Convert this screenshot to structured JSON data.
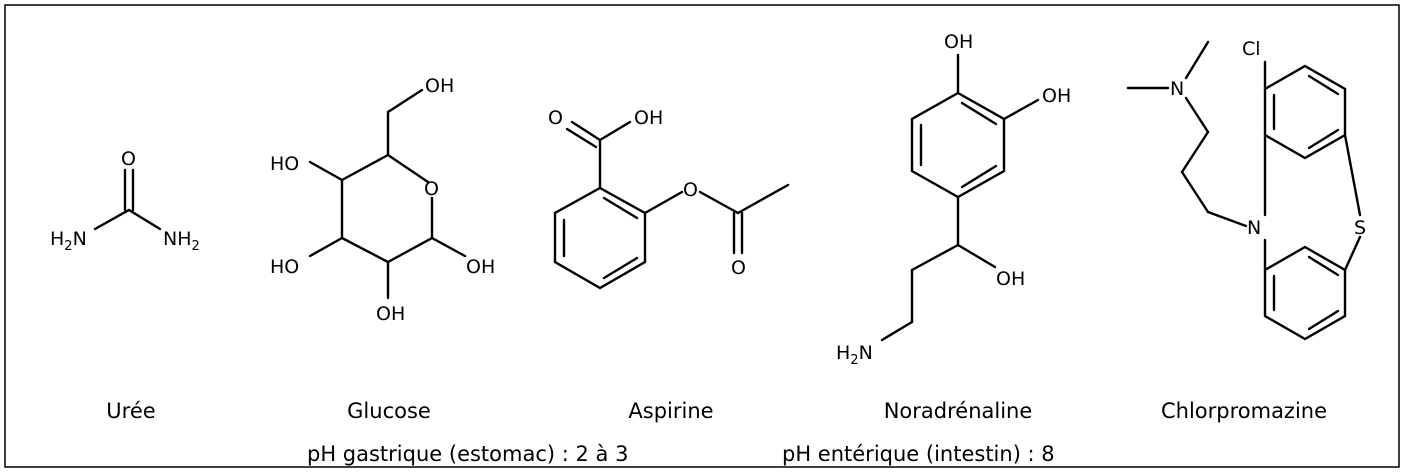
{
  "molecules": {
    "uree": {
      "name": "Urée",
      "atoms": {
        "o": "O",
        "n_left": "N",
        "n_right": "N",
        "h_left": "H",
        "h_right": "H",
        "sub_left": "2",
        "sub_right": "2"
      }
    },
    "glucose": {
      "name": "Glucose",
      "atoms": {
        "oh_top": "OH",
        "ho_left_upper": "HO",
        "ring_o": "O",
        "ho_left_lower": "HO",
        "oh_right": "OH",
        "oh_bottom": "OH"
      }
    },
    "aspirine": {
      "name": "Aspirine",
      "atoms": {
        "o_carbonyl": "O",
        "oh_acid": "OH",
        "o_ester": "O",
        "o_ketone": "O"
      }
    },
    "noradrenaline": {
      "name": "Noradrénaline",
      "atoms": {
        "oh_top": "OH",
        "oh_right": "OH",
        "oh_side": "OH",
        "h_amine": "H",
        "sub_amine": "2",
        "n_amine": "N"
      }
    },
    "chlorpromazine": {
      "name": "Chlorpromazine",
      "atoms": {
        "n_amine": "N",
        "cl": "Cl",
        "n_ring": "N",
        "s_ring": "S"
      }
    }
  },
  "ph_notes": {
    "gastric": "pH gastrique (estomac) : 2 à 3",
    "enteric": "pH entérique (intestin) : 8"
  }
}
